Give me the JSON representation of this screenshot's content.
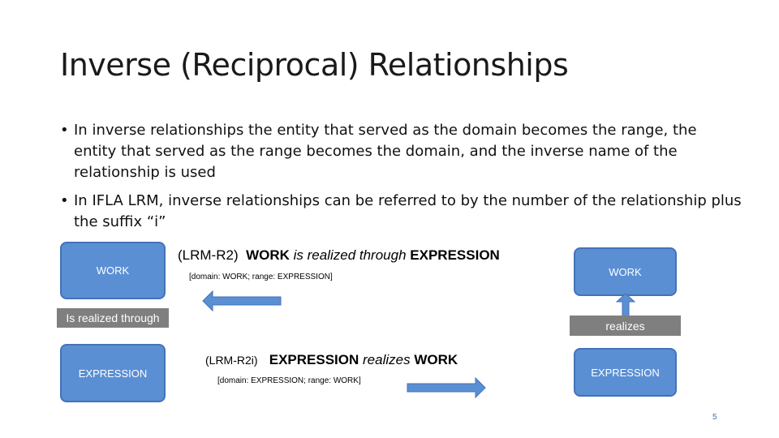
{
  "slide": {
    "title": "Inverse (Reciprocal) Relationships",
    "bullets": [
      "In inverse relationships the entity that served as the domain becomes the range, the entity that served as the range becomes the domain, and the inverse name of the relationship is used",
      "In IFLA LRM, inverse relationships can be referred to by the number of the relationship plus the suffix “i”"
    ],
    "bullet_glyph": "•",
    "page_number": "5"
  },
  "left_diagram": {
    "top_box": "WORK",
    "label": "Is realized through",
    "bottom_box": "EXPRESSION"
  },
  "right_diagram": {
    "top_box": "WORK",
    "label": "realizes",
    "bottom_box": "EXPRESSION"
  },
  "relation_forward": {
    "code": "(LRM-R2)",
    "domain": "WORK",
    "name": "is realized through",
    "range": "EXPRESSION",
    "note": "[domain: WORK; range: EXPRESSION]"
  },
  "relation_inverse": {
    "code": "(LRM-R2i)",
    "domain": "EXPRESSION",
    "name": "realizes",
    "range": "WORK",
    "note": "[domain: EXPRESSION; range: WORK]"
  },
  "colors": {
    "box_fill": "#5b8fd4",
    "box_border": "#4472b8",
    "label_fill": "#7f7f7f"
  }
}
